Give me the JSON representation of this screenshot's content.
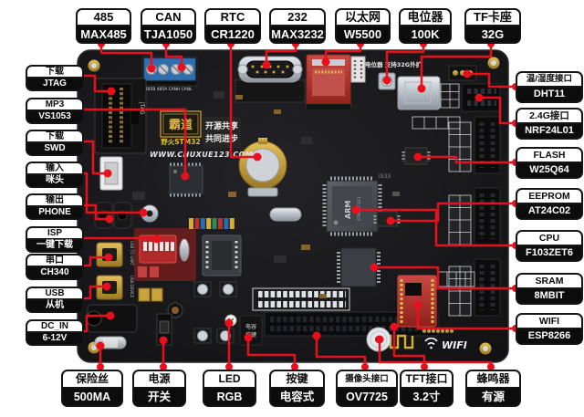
{
  "callouts": {
    "top": [
      {
        "id": "485",
        "title": "485",
        "value": "MAX485"
      },
      {
        "id": "can",
        "title": "CAN",
        "value": "TJA1050"
      },
      {
        "id": "rtc",
        "title": "RTC",
        "value": "CR1220"
      },
      {
        "id": "232",
        "title": "232",
        "value": "MAX3232"
      },
      {
        "id": "ethernet",
        "title": "以太网",
        "value": "W5500"
      },
      {
        "id": "potentiometer",
        "title": "电位器",
        "value": "100K"
      },
      {
        "id": "tf-card",
        "title": "TF卡座",
        "value": "32G"
      }
    ],
    "left": [
      {
        "id": "jtag",
        "title": "下载",
        "value": "JTAG"
      },
      {
        "id": "mp3",
        "title": "MP3",
        "value": "VS1053"
      },
      {
        "id": "swd",
        "title": "下载",
        "value": "SWD"
      },
      {
        "id": "mic-in",
        "title": "输入",
        "value": "咪头"
      },
      {
        "id": "phone-out",
        "title": "输出",
        "value": "PHONE"
      },
      {
        "id": "isp",
        "title": "ISP",
        "value": "一键下载"
      },
      {
        "id": "uart",
        "title": "串口",
        "value": "CH340"
      },
      {
        "id": "usb",
        "title": "USB",
        "value": "从机"
      },
      {
        "id": "dc-in",
        "title": "DC_IN",
        "value": "6-12V"
      }
    ],
    "right": [
      {
        "id": "dht11",
        "title": "温/湿度接口",
        "value": "DHT11"
      },
      {
        "id": "nrf24l01",
        "title": "2.4G接口",
        "value": "NRF24L01"
      },
      {
        "id": "flash",
        "title": "FLASH",
        "value": "W25Q64"
      },
      {
        "id": "eeprom",
        "title": "EEPROM",
        "value": "AT24C02"
      },
      {
        "id": "cpu",
        "title": "CPU",
        "value": "F103ZET6"
      },
      {
        "id": "sram",
        "title": "SRAM",
        "value": "8MBIT"
      },
      {
        "id": "wifi",
        "title": "WIFI",
        "value": "ESP8266"
      }
    ],
    "bottom": [
      {
        "id": "fuse",
        "title": "保险丝",
        "value": "500MA"
      },
      {
        "id": "power",
        "title": "电源",
        "value": "开关"
      },
      {
        "id": "led",
        "title": "LED",
        "value": "RGB"
      },
      {
        "id": "key",
        "title": "按键",
        "value": "电容式"
      },
      {
        "id": "camera",
        "title": "摄像头接口",
        "value": "OV7725"
      },
      {
        "id": "tft",
        "title": "TFT接口",
        "value": "3.2寸"
      },
      {
        "id": "buzzer",
        "title": "蜂鸣器",
        "value": "有源"
      }
    ]
  },
  "board": {
    "silkscreen": {
      "brand": "霸道",
      "brand_series": "野火STM32",
      "website": "WWW.CHUXUE123.COM",
      "slogan_line1": "开源共享",
      "slogan_line2": "共同进步",
      "pot_note": "电位器 支持32G外扩",
      "terminal_pins": "485B 485A CANH CANL",
      "touch_key_line1": "电容",
      "touch_key_line2": "按键",
      "wifi_label": "WIFI",
      "jtag_label": "JTAG",
      "usb_uart_label": "USB TO UART",
      "usb_device_label": "USB DEVICE",
      "cpu_mark1": "ARM",
      "cpu_mark2": "STM32F103",
      "ref_code": "iS33"
    }
  },
  "colors": {
    "callout_line": "#e8101c",
    "pcb": "#141414",
    "connector_red": "#b5342e",
    "terminal_blue": "#2f6fb0",
    "gold": "#c9a227"
  }
}
